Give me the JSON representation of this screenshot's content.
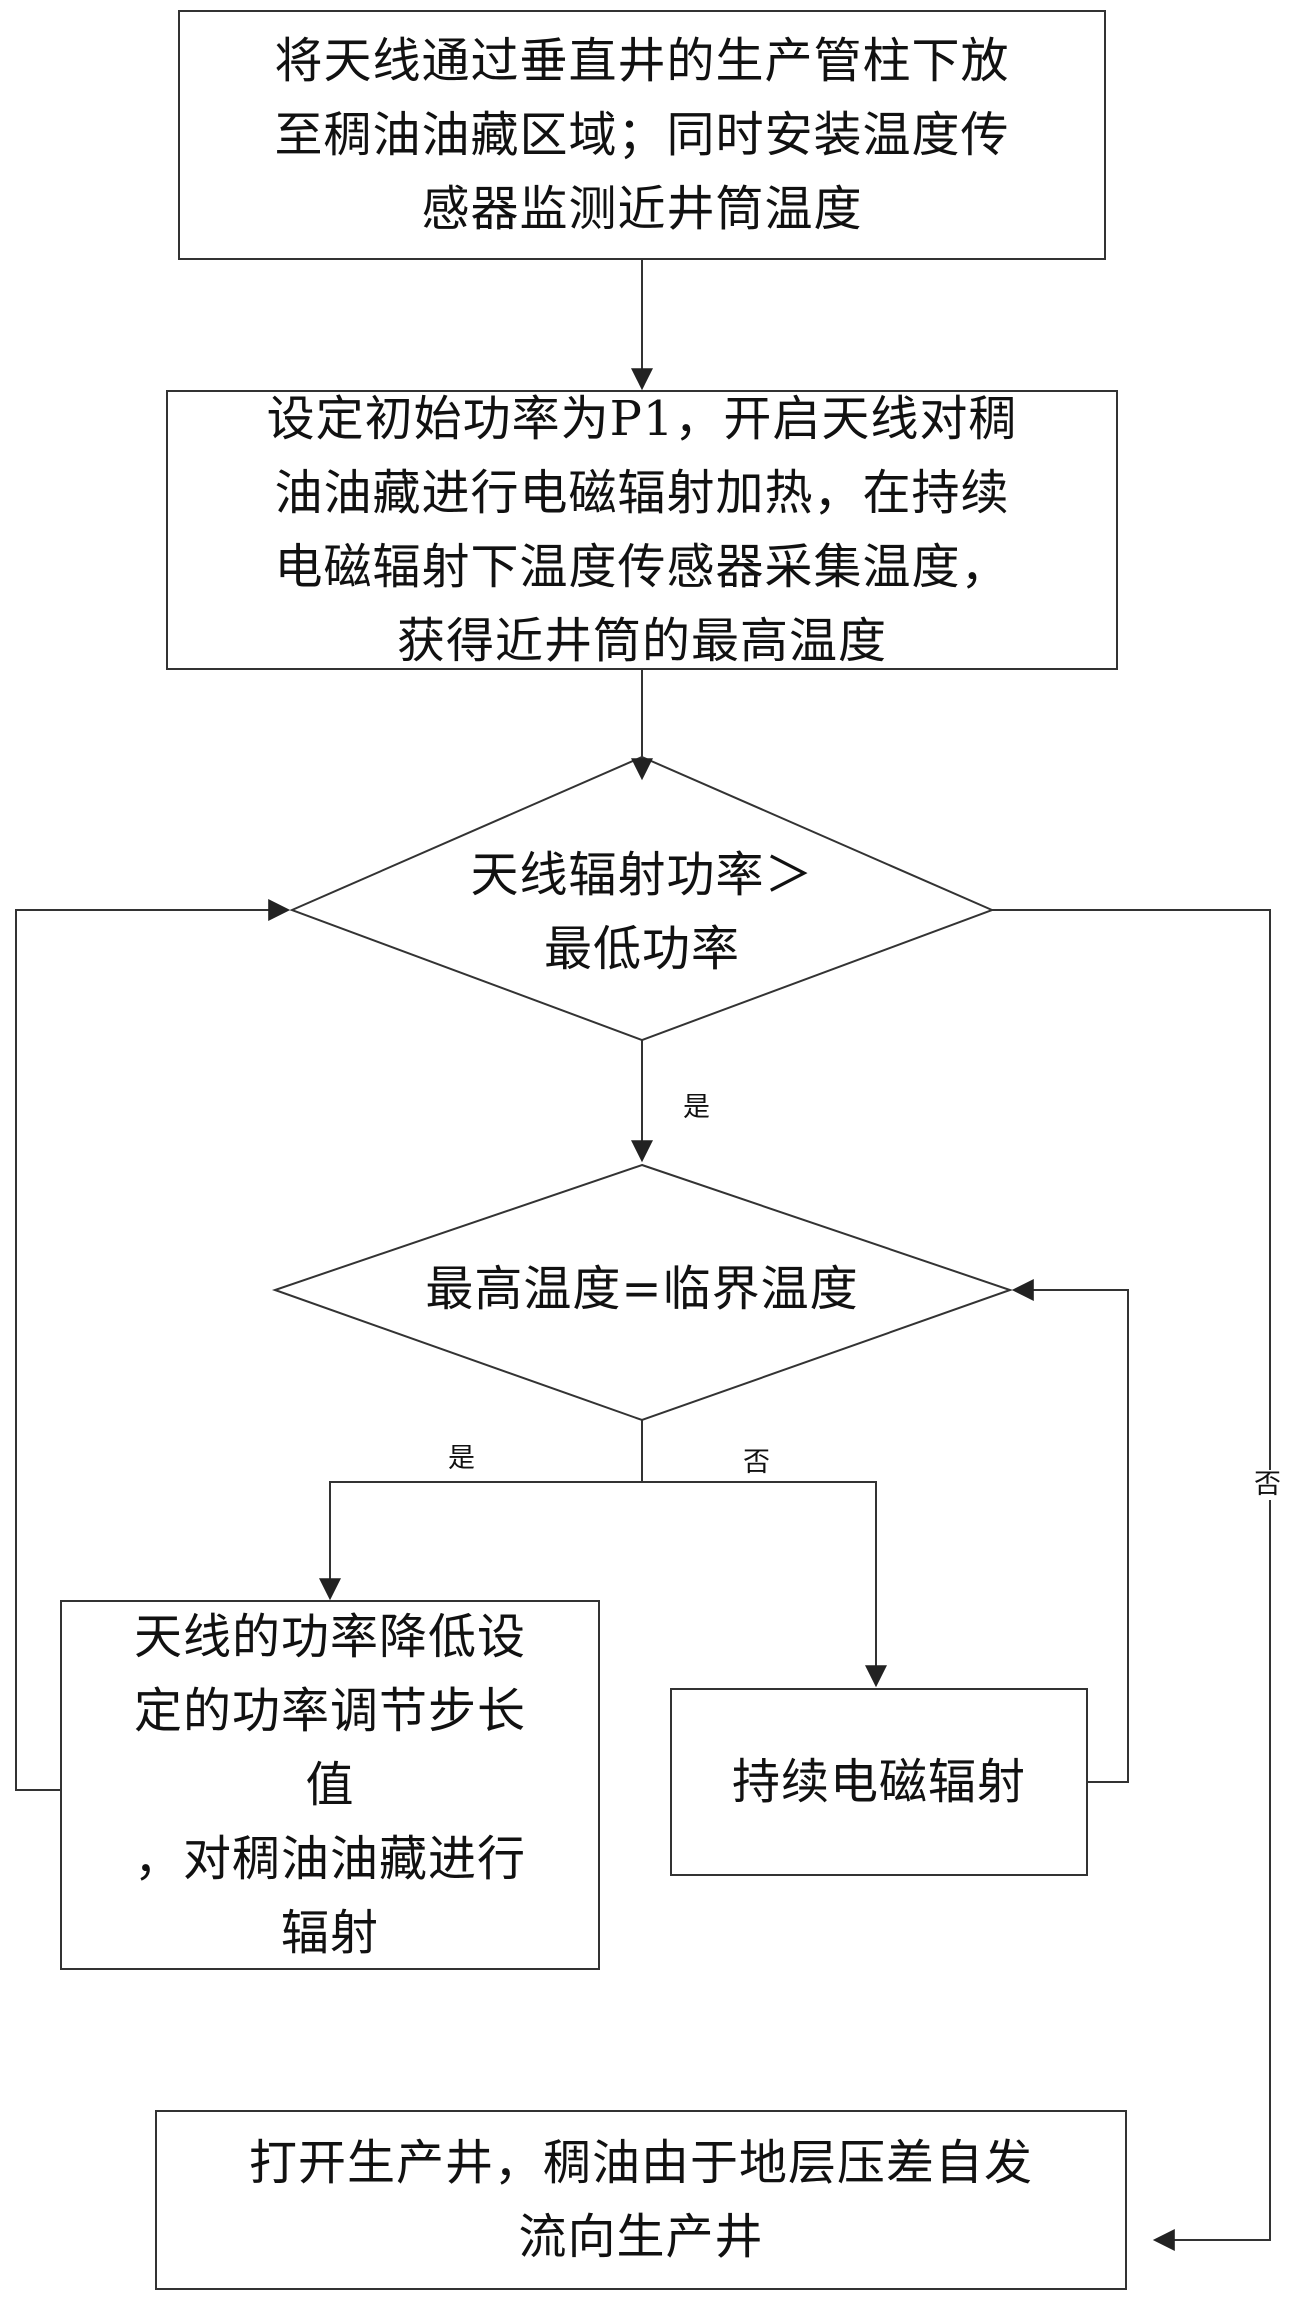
{
  "steps": {
    "s1": "将天线通过垂直井的生产管柱下放\n至稠油油藏区域；同时安装温度传\n感器监测近井筒温度",
    "s2": "设定初始功率为P1，开启天线对稠\n油油藏进行电磁辐射加热，在持续\n电磁辐射下温度传感器采集温度，\n获得近井筒的最高温度",
    "d1": "天线辐射功率＞\n最低功率",
    "d2": "最高温度=临界温度",
    "s3": "天线的功率降低设\n定的功率调节步长\n值\n，对稠油油藏进行\n辐射",
    "s4": "持续电磁辐射",
    "s5": "打开生产井，稠油由于地层压差自发\n流向生产井"
  },
  "labels": {
    "yes1": "是",
    "yes2": "是",
    "no_inner": "否",
    "no_outer": "否"
  }
}
